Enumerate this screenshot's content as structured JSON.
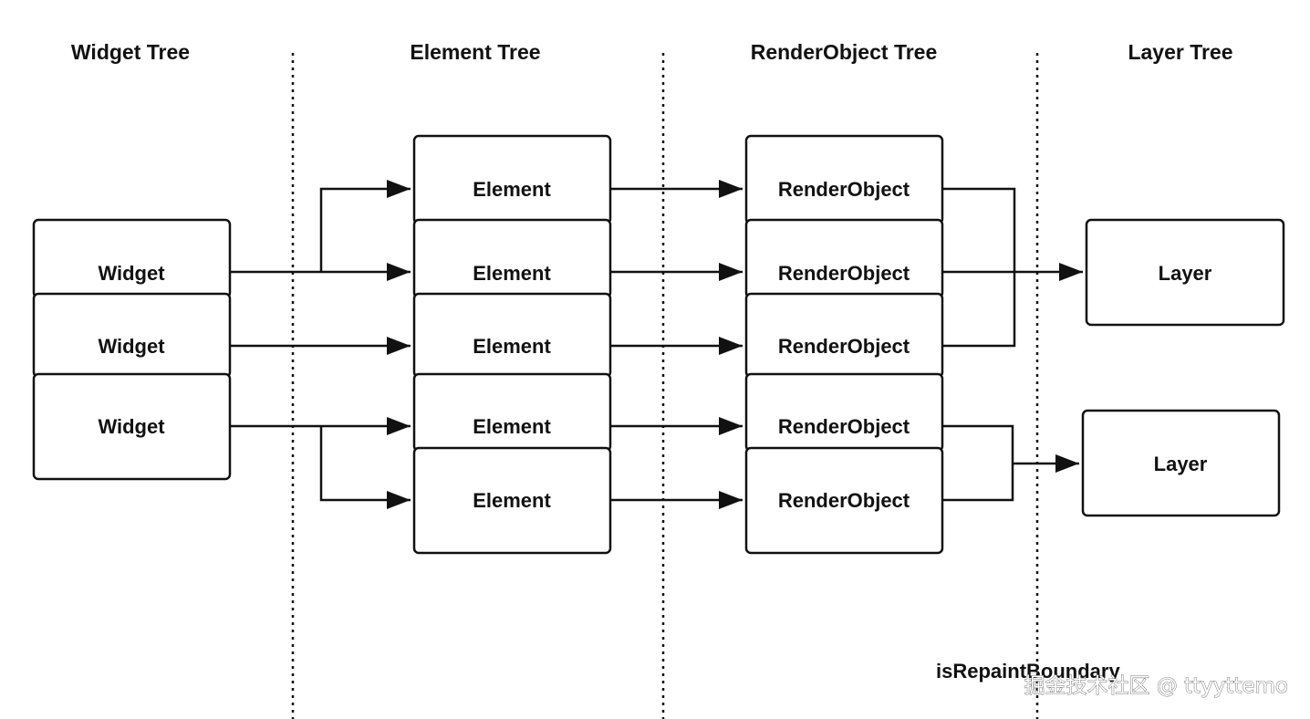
{
  "columns": {
    "widget": "Widget Tree",
    "element": "Element Tree",
    "render": "RenderObject Tree",
    "layer": "Layer Tree"
  },
  "widgets": [
    "Widget",
    "Widget",
    "Widget"
  ],
  "elements": [
    "Element",
    "Element",
    "Element",
    "Element",
    "Element"
  ],
  "render_objects": [
    "RenderObject",
    "RenderObject",
    "RenderObject",
    "RenderObject",
    "RenderObject"
  ],
  "layers": [
    "Layer",
    "Layer"
  ],
  "note": "isRepaintBoundary",
  "watermark": "掘金技术社区 @ ttyyttemo"
}
